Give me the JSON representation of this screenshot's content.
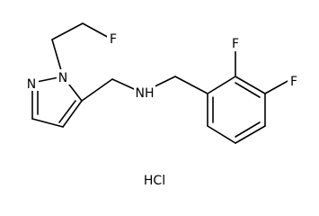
{
  "molecule": {
    "atoms": {
      "n1": "N",
      "n2": "N",
      "f_ethyl": "F",
      "nh": "NH",
      "f2": "F",
      "f3": "F",
      "salt": "HCl"
    }
  }
}
